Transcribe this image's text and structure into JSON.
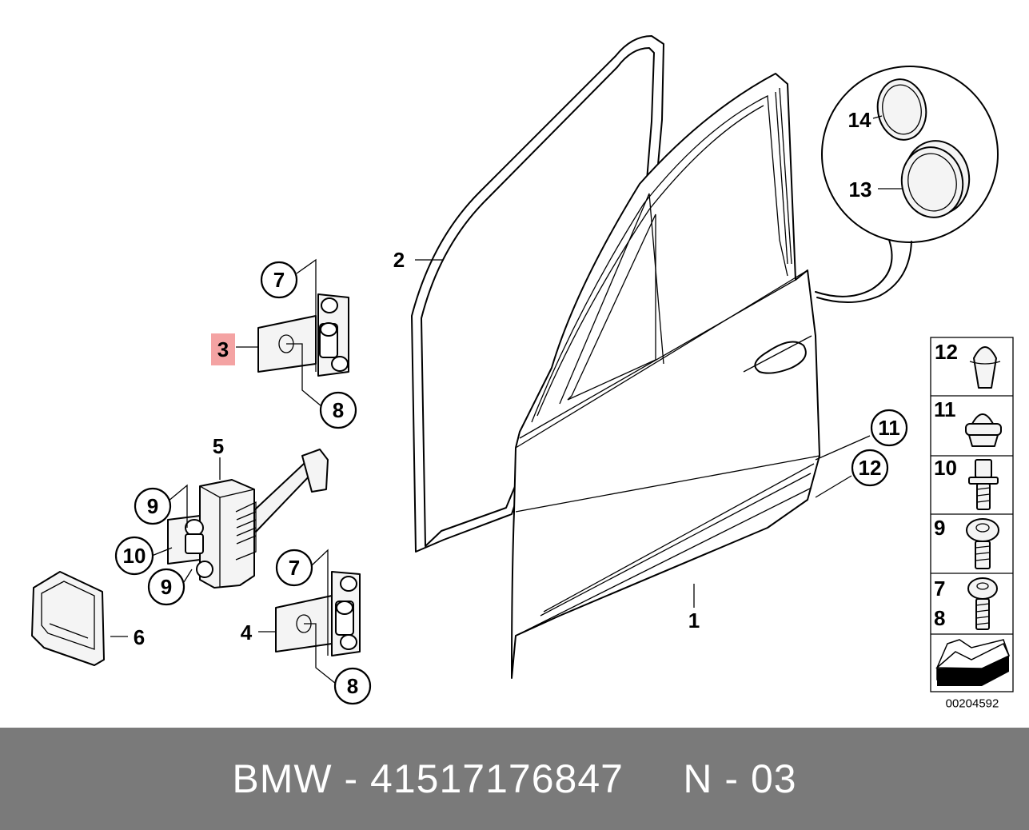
{
  "callouts": {
    "door_shell": "1",
    "door_seal": "2",
    "upper_hinge": "3",
    "lower_hinge": "4",
    "door_brake": "5",
    "door_brake_cover": "6",
    "hinge_bolt_upper": "7",
    "hinge_nut_upper": "8",
    "hinge_bolt_lower": "7",
    "hinge_nut_lower": "8",
    "brake_screw_top": "9",
    "brake_screw_bottom": "9",
    "brake_bolt": "10",
    "door_clip_11": "11",
    "door_clip_12": "12",
    "plug_13": "13",
    "plug_14": "14"
  },
  "parts_legend": [
    {
      "label": "12",
      "icon": "cone-clip-icon"
    },
    {
      "label": "11",
      "icon": "expanding-rivet-icon"
    },
    {
      "label": "10",
      "icon": "torx-bolt-icon"
    },
    {
      "label": "9",
      "icon": "flange-screw-icon"
    },
    {
      "label": "7\n8",
      "icon": "hex-screw-icon"
    },
    {
      "label": "",
      "icon": "arrow-left-icon"
    }
  ],
  "legend_labels": {
    "row1": "12",
    "row2": "11",
    "row3": "10",
    "row4": "9",
    "row5a": "7",
    "row5b": "8"
  },
  "diagram_number": "00204592",
  "highlight_color": "#f4a3a3",
  "footer": {
    "brand": "BMW",
    "part_number": "41517176847",
    "code": "N - 03",
    "sep": " - ",
    "gap": "     "
  }
}
